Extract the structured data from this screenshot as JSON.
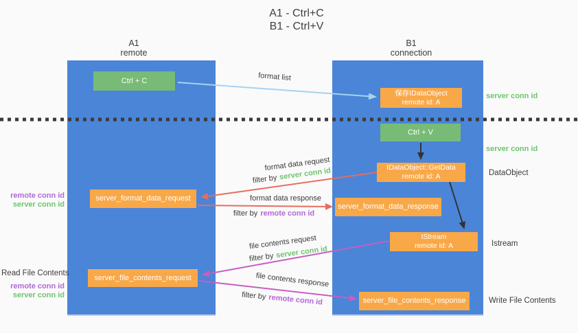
{
  "title": {
    "line1": "A1 - Ctrl+C",
    "line2": "B1 - Ctrl+V"
  },
  "columns": {
    "a1": {
      "name": "A1",
      "subtitle": "remote"
    },
    "b1": {
      "name": "B1",
      "subtitle": "connection"
    }
  },
  "nodes": {
    "ctrl_c": {
      "label": "Ctrl + C"
    },
    "ctrl_v": {
      "label": "Ctrl + V"
    },
    "save_dataobject": {
      "line1": "保存IDataObject",
      "line2": "remote id: A"
    },
    "getdata": {
      "line1": "IDataObject::GetData",
      "line2": "remote id: A"
    },
    "istream": {
      "line1": "IStream",
      "line2": "remote id: A"
    },
    "server_format_data_request": {
      "label": "server_format_data_request"
    },
    "server_format_data_response": {
      "label": "server_format_data_response"
    },
    "server_file_contents_request": {
      "label": "server_file_contents_request"
    },
    "server_file_contents_response": {
      "label": "server_file_contents_response"
    }
  },
  "edge_labels": {
    "format_list": "format list",
    "format_data_request": "format data request",
    "format_data_response": "format data response",
    "file_contents_request": "file contents request",
    "file_contents_response": "file contents response"
  },
  "terms": {
    "filter_by": "filter by",
    "server_conn_id": "server conn id",
    "remote_conn_id": "remote conn id"
  },
  "side_labels": {
    "read_file_contents": "Read File Contents",
    "dataobject": "DataObject",
    "istream": "Istream",
    "write_file_contents": "Write File Contents"
  },
  "colors": {
    "column_blue": "#4a85d8",
    "node_orange": "#f9a848",
    "node_green": "#77bb77",
    "green_text": "#6ec46e",
    "purple_text": "#b266d9",
    "red_arrow": "#e96c5f",
    "magenta_arrow": "#c75ec0",
    "light_blue_arrow": "#a6d2f0",
    "black_arrow": "#333333",
    "dark_text": "#3b3b3b"
  }
}
